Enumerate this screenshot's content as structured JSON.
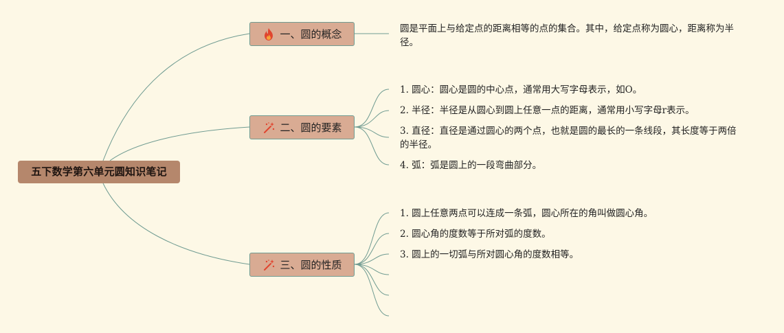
{
  "root": {
    "label": "五下数学第六单元圆知识笔记"
  },
  "branches": [
    {
      "label": "一、圆的概念",
      "icon": "fire-icon",
      "leaves": [
        "圆是平面上与给定点的距离相等的点的集合。其中，给定点称为圆心，距离称为半径。"
      ]
    },
    {
      "label": "二、圆的要素",
      "icon": "sparkle-wand-icon",
      "leaves": [
        "1. 圆心：圆心是圆的中心点，通常用大写字母表示，如O。",
        "2. 半径：半径是从圆心到圆上任意一点的距离，通常用小写字母r表示。",
        "3. 直径：直径是通过圆心的两个点，也就是圆的最长的一条线段，其长度等于两倍的半径。",
        "4. 弧：弧是圆上的一段弯曲部分。"
      ]
    },
    {
      "label": "三、圆的性质",
      "icon": "sparkle-wand-icon",
      "leaves": [
        "1. 圆上任意两点可以连成一条弧，圆心所在的角叫做圆心角。",
        "2. 圆心角的度数等于所对弧的度数。",
        "3. 圆上的一切弧与所对圆心角的度数相等。",
        "",
        "",
        ""
      ]
    }
  ],
  "colors": {
    "background": "#fdf8e6",
    "root_fill": "#b5876c",
    "branch_fill": "#d9ab93",
    "edge": "#6f9b91",
    "icon_red": "#e0452f"
  }
}
